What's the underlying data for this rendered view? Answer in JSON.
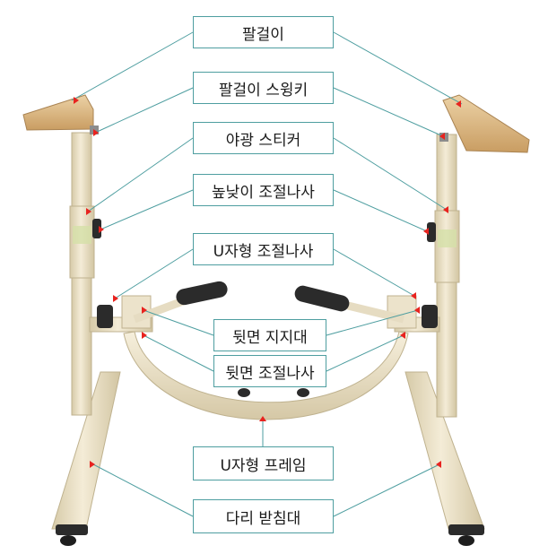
{
  "labels": {
    "armrest": "팔걸이",
    "armrest_swing_key": "팔걸이 스윙키",
    "glow_sticker": "야광 스티커",
    "height_screw": "높낮이 조절나사",
    "u_screw": "U자형 조절나사",
    "back_support": "뒷면 지지대",
    "back_screw": "뒷면 조절나사",
    "u_frame": "U자형 프레임",
    "leg_support": "다리 받침대"
  },
  "colors": {
    "frame": "#efe6cf",
    "frame_shade": "#d8ccaa",
    "wood": "#e3c79a",
    "wood_dark": "#c79f68",
    "rubber": "#2b2b2b",
    "leader": "#4e9ea0",
    "marker": "#e8231f",
    "label_border": "#4e9ea0"
  }
}
